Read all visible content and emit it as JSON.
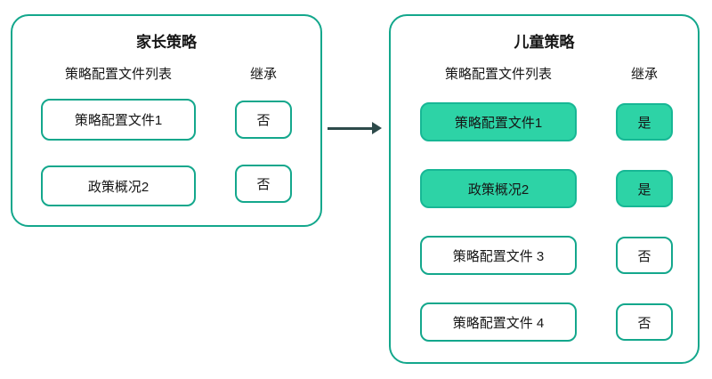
{
  "colors": {
    "outline": "#13a78c",
    "highlight": "#2dd3a6",
    "highlight-border": "#17b795",
    "arrow": "#2d4a4a",
    "text": "#161616"
  },
  "parent_panel": {
    "title": "家长策略",
    "col_profiles": "策略配置文件列表",
    "col_inherit": "继承",
    "rows": [
      {
        "label": "策略配置文件1",
        "inherit": "否",
        "highlighted": false
      },
      {
        "label": "政策概况2",
        "inherit": "否",
        "highlighted": false
      }
    ]
  },
  "child_panel": {
    "title": "儿童策略",
    "col_profiles": "策略配置文件列表",
    "col_inherit": "继承",
    "rows": [
      {
        "label": "策略配置文件1",
        "inherit": "是",
        "highlighted": true
      },
      {
        "label": "政策概况2",
        "inherit": "是",
        "highlighted": true
      },
      {
        "label": "策略配置文件 3",
        "inherit": "否",
        "highlighted": false
      },
      {
        "label": "策略配置文件 4",
        "inherit": "否",
        "highlighted": false
      }
    ]
  }
}
